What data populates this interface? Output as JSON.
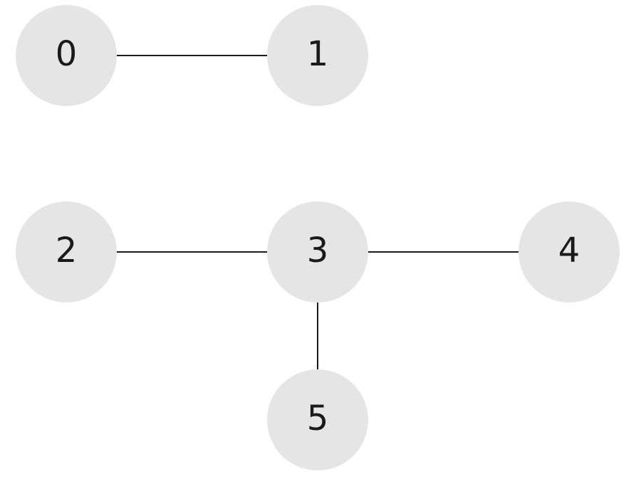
{
  "graph": {
    "nodes": [
      {
        "id": "0",
        "label": "0"
      },
      {
        "id": "1",
        "label": "1"
      },
      {
        "id": "2",
        "label": "2"
      },
      {
        "id": "3",
        "label": "3"
      },
      {
        "id": "4",
        "label": "4"
      },
      {
        "id": "5",
        "label": "5"
      }
    ],
    "edges": [
      {
        "from": "0",
        "to": "1"
      },
      {
        "from": "2",
        "to": "3"
      },
      {
        "from": "3",
        "to": "4"
      },
      {
        "from": "3",
        "to": "5"
      }
    ],
    "colors": {
      "node_fill": "#e5e5e5",
      "edge": "#1a1a1a",
      "label": "#1a1a1a"
    }
  }
}
